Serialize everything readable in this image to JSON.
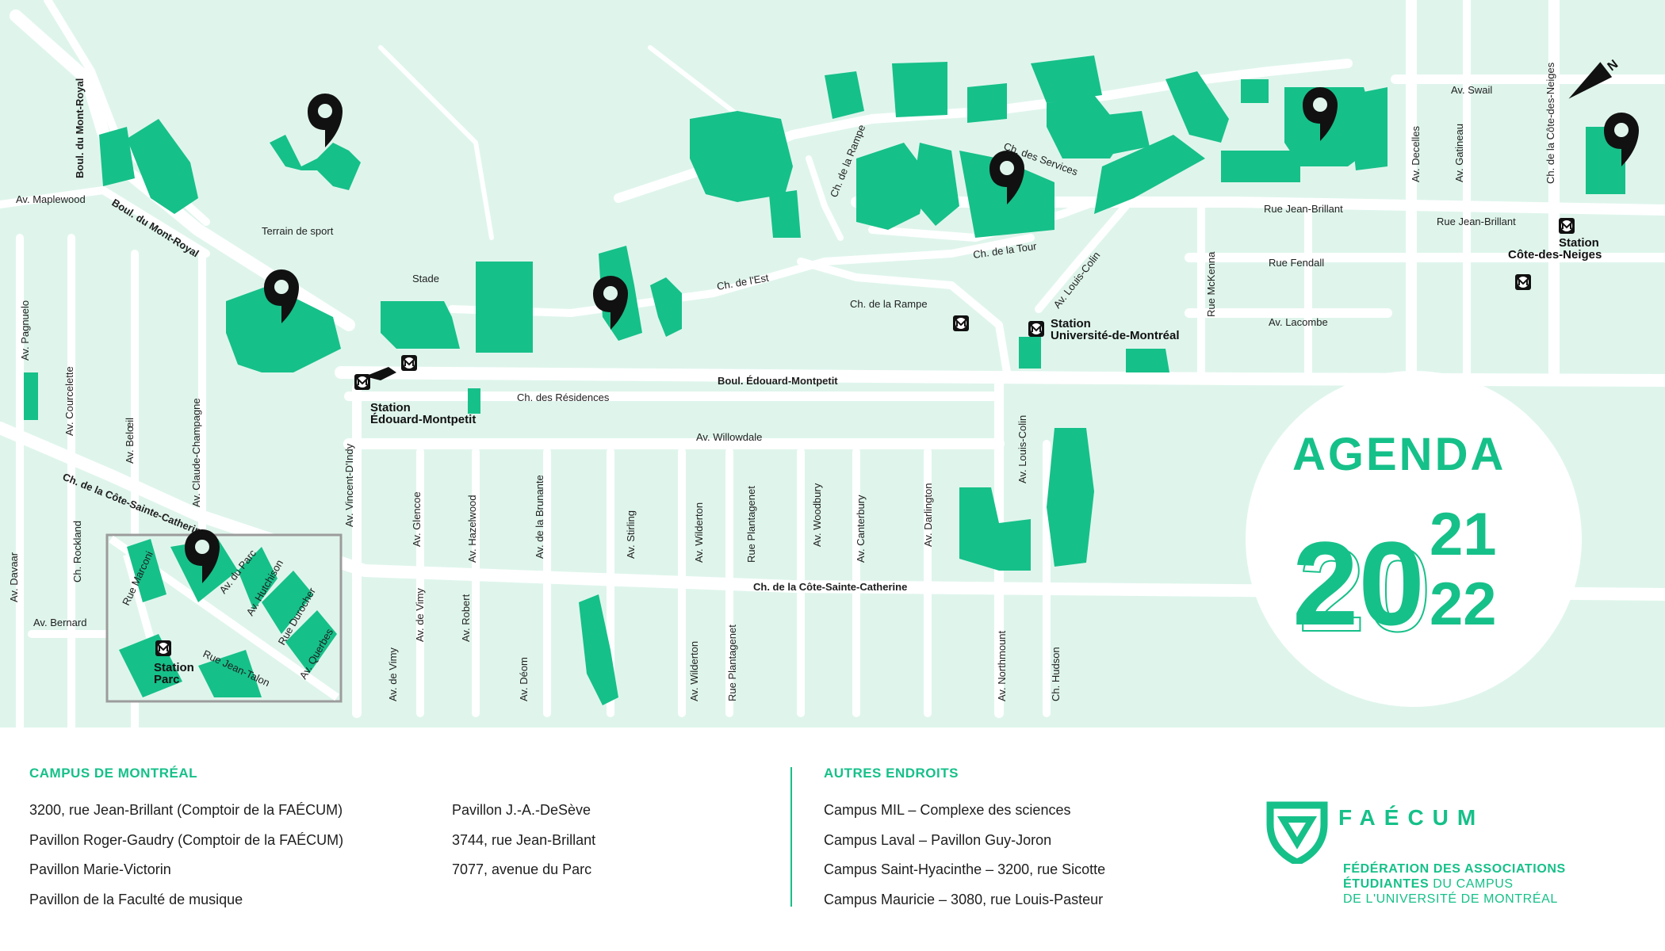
{
  "colors": {
    "background_map": "#dff5ec",
    "building": "#16c089",
    "road": "#ffffff",
    "accent": "#16c089",
    "pin": "#111111"
  },
  "map": {
    "road_labels": [
      "Boul. du Mont-Royal",
      "Av. Maplewood",
      "Boul. du Mont-Royal",
      "Terrain de sport",
      "Stade",
      "Av. Pagnuelo",
      "Av. Courcelette",
      "Av. Belœil",
      "Av. Claude-Champagne",
      "Av. Vincent-D'Indy",
      "Ch. de la Côte-Sainte-Catherine",
      "Av. Davaar",
      "Ch. Rockland",
      "Av. Bernard",
      "Ch. des Résidences",
      "Boul. Édouard-Montpetit",
      "Av. Willowdale",
      "Ch. de l'Est",
      "Ch. de la Rampe",
      "Ch. de la Rampe",
      "Ch. de la Tour",
      "Ch. des Services",
      "Av. Louis-Colin",
      "Rue Jean-Brillant",
      "Rue Fendall",
      "Av. Lacombe",
      "Rue McKenna",
      "Av. Swail",
      "Av. Decelles",
      "Av. Gatineau",
      "Ch. de la Côte-des-Neiges",
      "Rue Jean-Brillant",
      "Av. Glencoe",
      "Av. Hazelwood",
      "Av. de la Brunante",
      "Av. Stirling",
      "Av. Wilderton",
      "Rue Plantagenet",
      "Av. Woodbury",
      "Av. Canterbury",
      "Av. Darlington",
      "Av. Louis-Colin",
      "Ch. de la Côte-Sainte-Catherine",
      "Av. de Vimy",
      "Av. de Vimy",
      "Av. Robert",
      "Av. Déom",
      "Av. Wilderton",
      "Rue Plantagenet",
      "Av. Northmount",
      "Ch. Hudson"
    ],
    "stations": [
      {
        "line1": "Station",
        "line2": "Édouard-Montpetit"
      },
      {
        "line1": "Station",
        "line2": "Université-de-Montréal"
      },
      {
        "line1": "Station",
        "line2": "Côte-des-Neiges"
      },
      {
        "line1": "Station",
        "line2": "Parc"
      }
    ],
    "inset_labels": [
      "Rue Marconi",
      "Av. du Parc",
      "Av. Hutchison",
      "Rue Durocher",
      "Av. Querbes",
      "Rue Jean-Talon"
    ],
    "compass": "N",
    "agenda": {
      "word": "AGENDA",
      "year_big": "20",
      "year_top": "21",
      "year_bottom": "22"
    }
  },
  "legend": {
    "campus_montreal": {
      "title": "CAMPUS DE MONTRÉAL",
      "col1": [
        "3200, rue Jean-Brillant (Comptoir de la FAÉCUM)",
        "Pavillon Roger-Gaudry (Comptoir de la FAÉCUM)",
        "Pavillon Marie-Victorin",
        "Pavillon de la Faculté de musique"
      ],
      "col2": [
        "Pavillon J.-A.-DeSève",
        "3744, rue Jean-Brillant",
        "7077, avenue du Parc"
      ]
    },
    "autres": {
      "title": "AUTRES ENDROITS",
      "items": [
        "Campus MIL – Complexe des sciences",
        "Campus Laval – Pavillon Guy-Joron",
        "Campus Saint-Hyacinthe – 3200, rue Sicotte",
        "Campus Mauricie – 3080, rue Louis-Pasteur"
      ]
    },
    "brand": {
      "name": "FAÉCUM",
      "line1": "FÉDÉRATION DES ASSOCIATIONS",
      "line2_bold": "ÉTUDIANTES",
      "line2_rest": " DU CAMPUS",
      "line3": "DE L'UNIVERSITÉ DE MONTRÉAL"
    }
  }
}
